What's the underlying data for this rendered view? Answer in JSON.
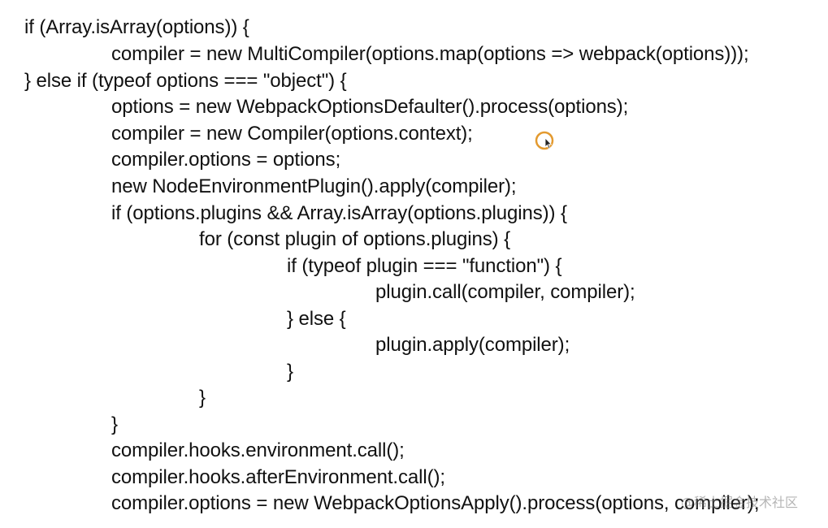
{
  "code_lines": [
    {
      "text": "if (Array.isArray(options)) {"
    },
    {
      "text": "compiler = new MultiCompiler(options.map(options => webpack(options)));"
    },
    {
      "text": "} else if (typeof options === \"object\") {"
    },
    {
      "text": "options = new WebpackOptionsDefaulter().process(options);"
    },
    {
      "text": "compiler = new Compiler(options.context);"
    },
    {
      "text": "compiler.options = options;"
    },
    {
      "text": "new NodeEnvironmentPlugin().apply(compiler);"
    },
    {
      "text": "if (options.plugins && Array.isArray(options.plugins)) {"
    },
    {
      "text": "for (const plugin of options.plugins) {"
    },
    {
      "text": "if (typeof plugin === \"function\") {"
    },
    {
      "text": "plugin.call(compiler, compiler);"
    },
    {
      "text": "} else {"
    },
    {
      "text": "plugin.apply(compiler);"
    },
    {
      "text": "}"
    },
    {
      "text": "}"
    },
    {
      "text": "}"
    },
    {
      "text": "compiler.hooks.environment.call();"
    },
    {
      "text": "compiler.hooks.afterEnvironment.call();"
    },
    {
      "text": "compiler.options = new WebpackOptionsApply().process(options, compiler);"
    }
  ],
  "watermark": {
    "text": "@稀土掘金技术社区"
  },
  "colors": {
    "text": "#111111",
    "background": "#ffffff",
    "cursor_ring": "#e39a2f"
  },
  "icons": {
    "cursor": "mouse-pointer-icon"
  }
}
